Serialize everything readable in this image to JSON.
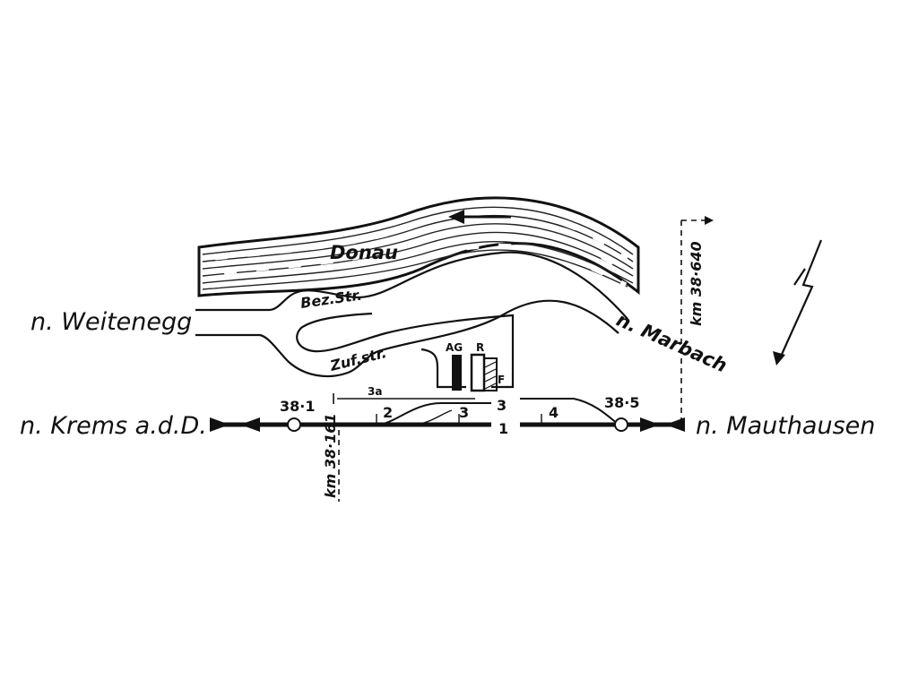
{
  "directions": {
    "weitenegg": "n. Weitenegg",
    "krems": "n. Krems a.d.D.",
    "mauthausen": "n. Mauthausen",
    "marbach": "n. Marbach"
  },
  "river": {
    "name": "Donau"
  },
  "roads": {
    "bez": "Bez.Str.",
    "zuf": "Zuf.str."
  },
  "buildings": {
    "ag": "AG",
    "r": "R",
    "f": "F"
  },
  "tracks": {
    "t1": "1",
    "t2": "2",
    "t3": "3",
    "t3a": "3",
    "t3b": "3a",
    "t4": "4"
  },
  "signals": {
    "west": "38·1",
    "east": "38·5"
  },
  "kilometers": {
    "west": "km 38·161",
    "east": "km 38·640"
  },
  "colors": {
    "ink": "#111111",
    "paper": "#ffffff"
  }
}
